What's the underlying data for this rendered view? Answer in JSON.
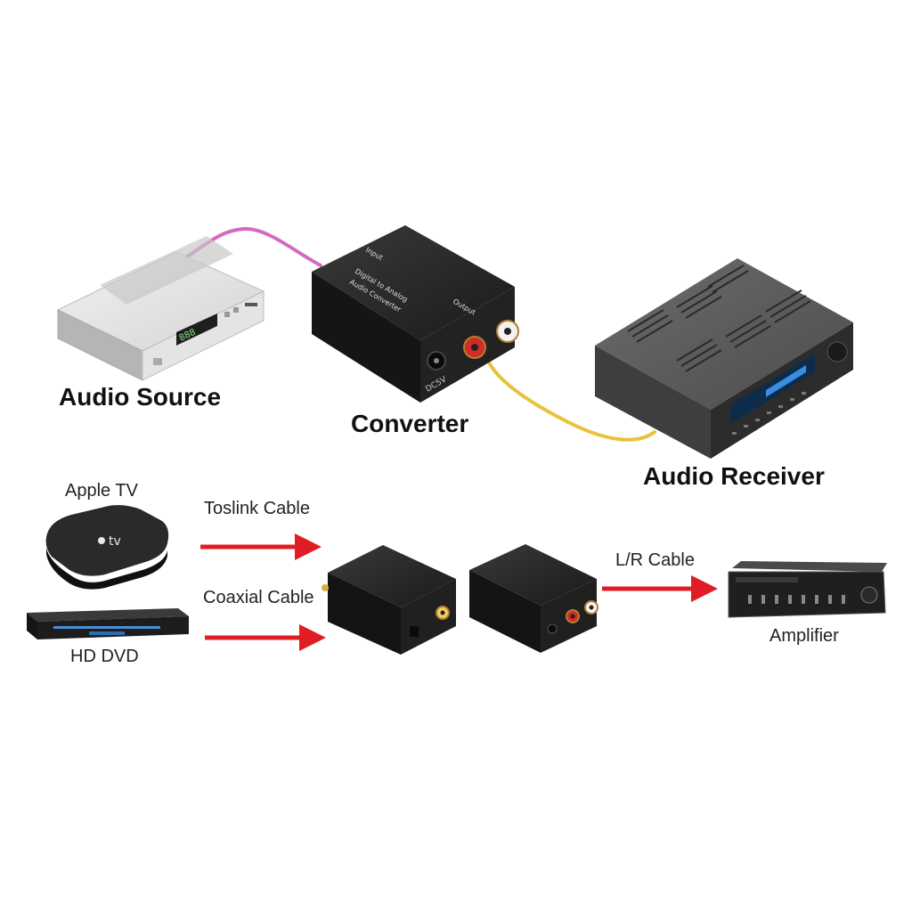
{
  "top_diagram": {
    "audio_source": "Audio Source",
    "converter": "Converter",
    "audio_receiver": "Audio Receiver",
    "converter_labels": {
      "top": "Input",
      "line1": "Digital to Analog",
      "line2": "Audio Converter",
      "output": "Output",
      "power": "DC5V"
    }
  },
  "bottom_diagram": {
    "apple_tv": "Apple TV",
    "hd_dvd": "HD DVD",
    "toslink_cable": "Toslink Cable",
    "coaxial_cable": "Coaxial Cable",
    "lr_cable": "L/R Cable",
    "amplifier": "Amplifier",
    "apple_tv_logo": "tv"
  },
  "colors": {
    "optical_cable": "#d46ac0",
    "rca_cable": "#e8c23a",
    "arrow": "#e01c24"
  }
}
